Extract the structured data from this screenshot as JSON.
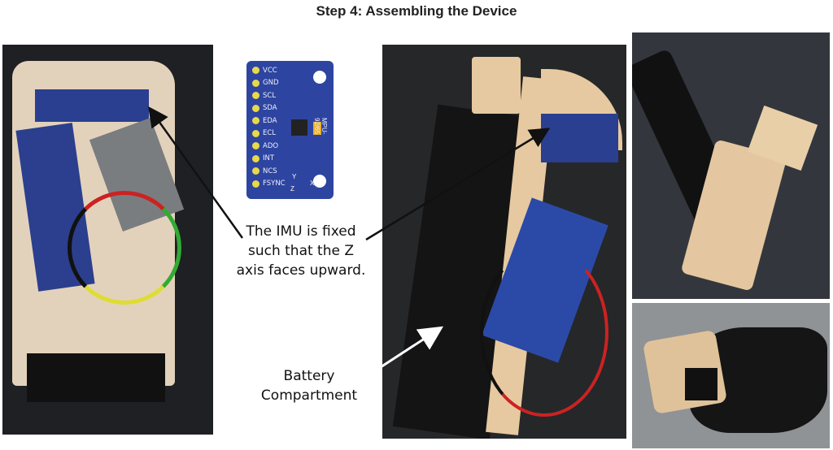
{
  "figure": {
    "title": "Step 4: Assembling the Device",
    "annotation_imu": [
      "The IMU is fixed",
      "such that the Z",
      "axis faces upward."
    ],
    "annotation_battery": [
      "Battery",
      "Compartment"
    ],
    "imu_module": {
      "pins": [
        "VCC",
        "GND",
        "SCL",
        "SDA",
        "EDA",
        "ECL",
        "ADO",
        "INT",
        "NCS",
        "FSYNC"
      ],
      "part_label": "MPU-92/65",
      "axes": [
        "Y",
        "Z",
        "X"
      ]
    },
    "colors": {
      "board_blue": "#2a3f8f",
      "case_beige": "#e6c9a0",
      "photo_dark": "#2b2b2e"
    }
  }
}
